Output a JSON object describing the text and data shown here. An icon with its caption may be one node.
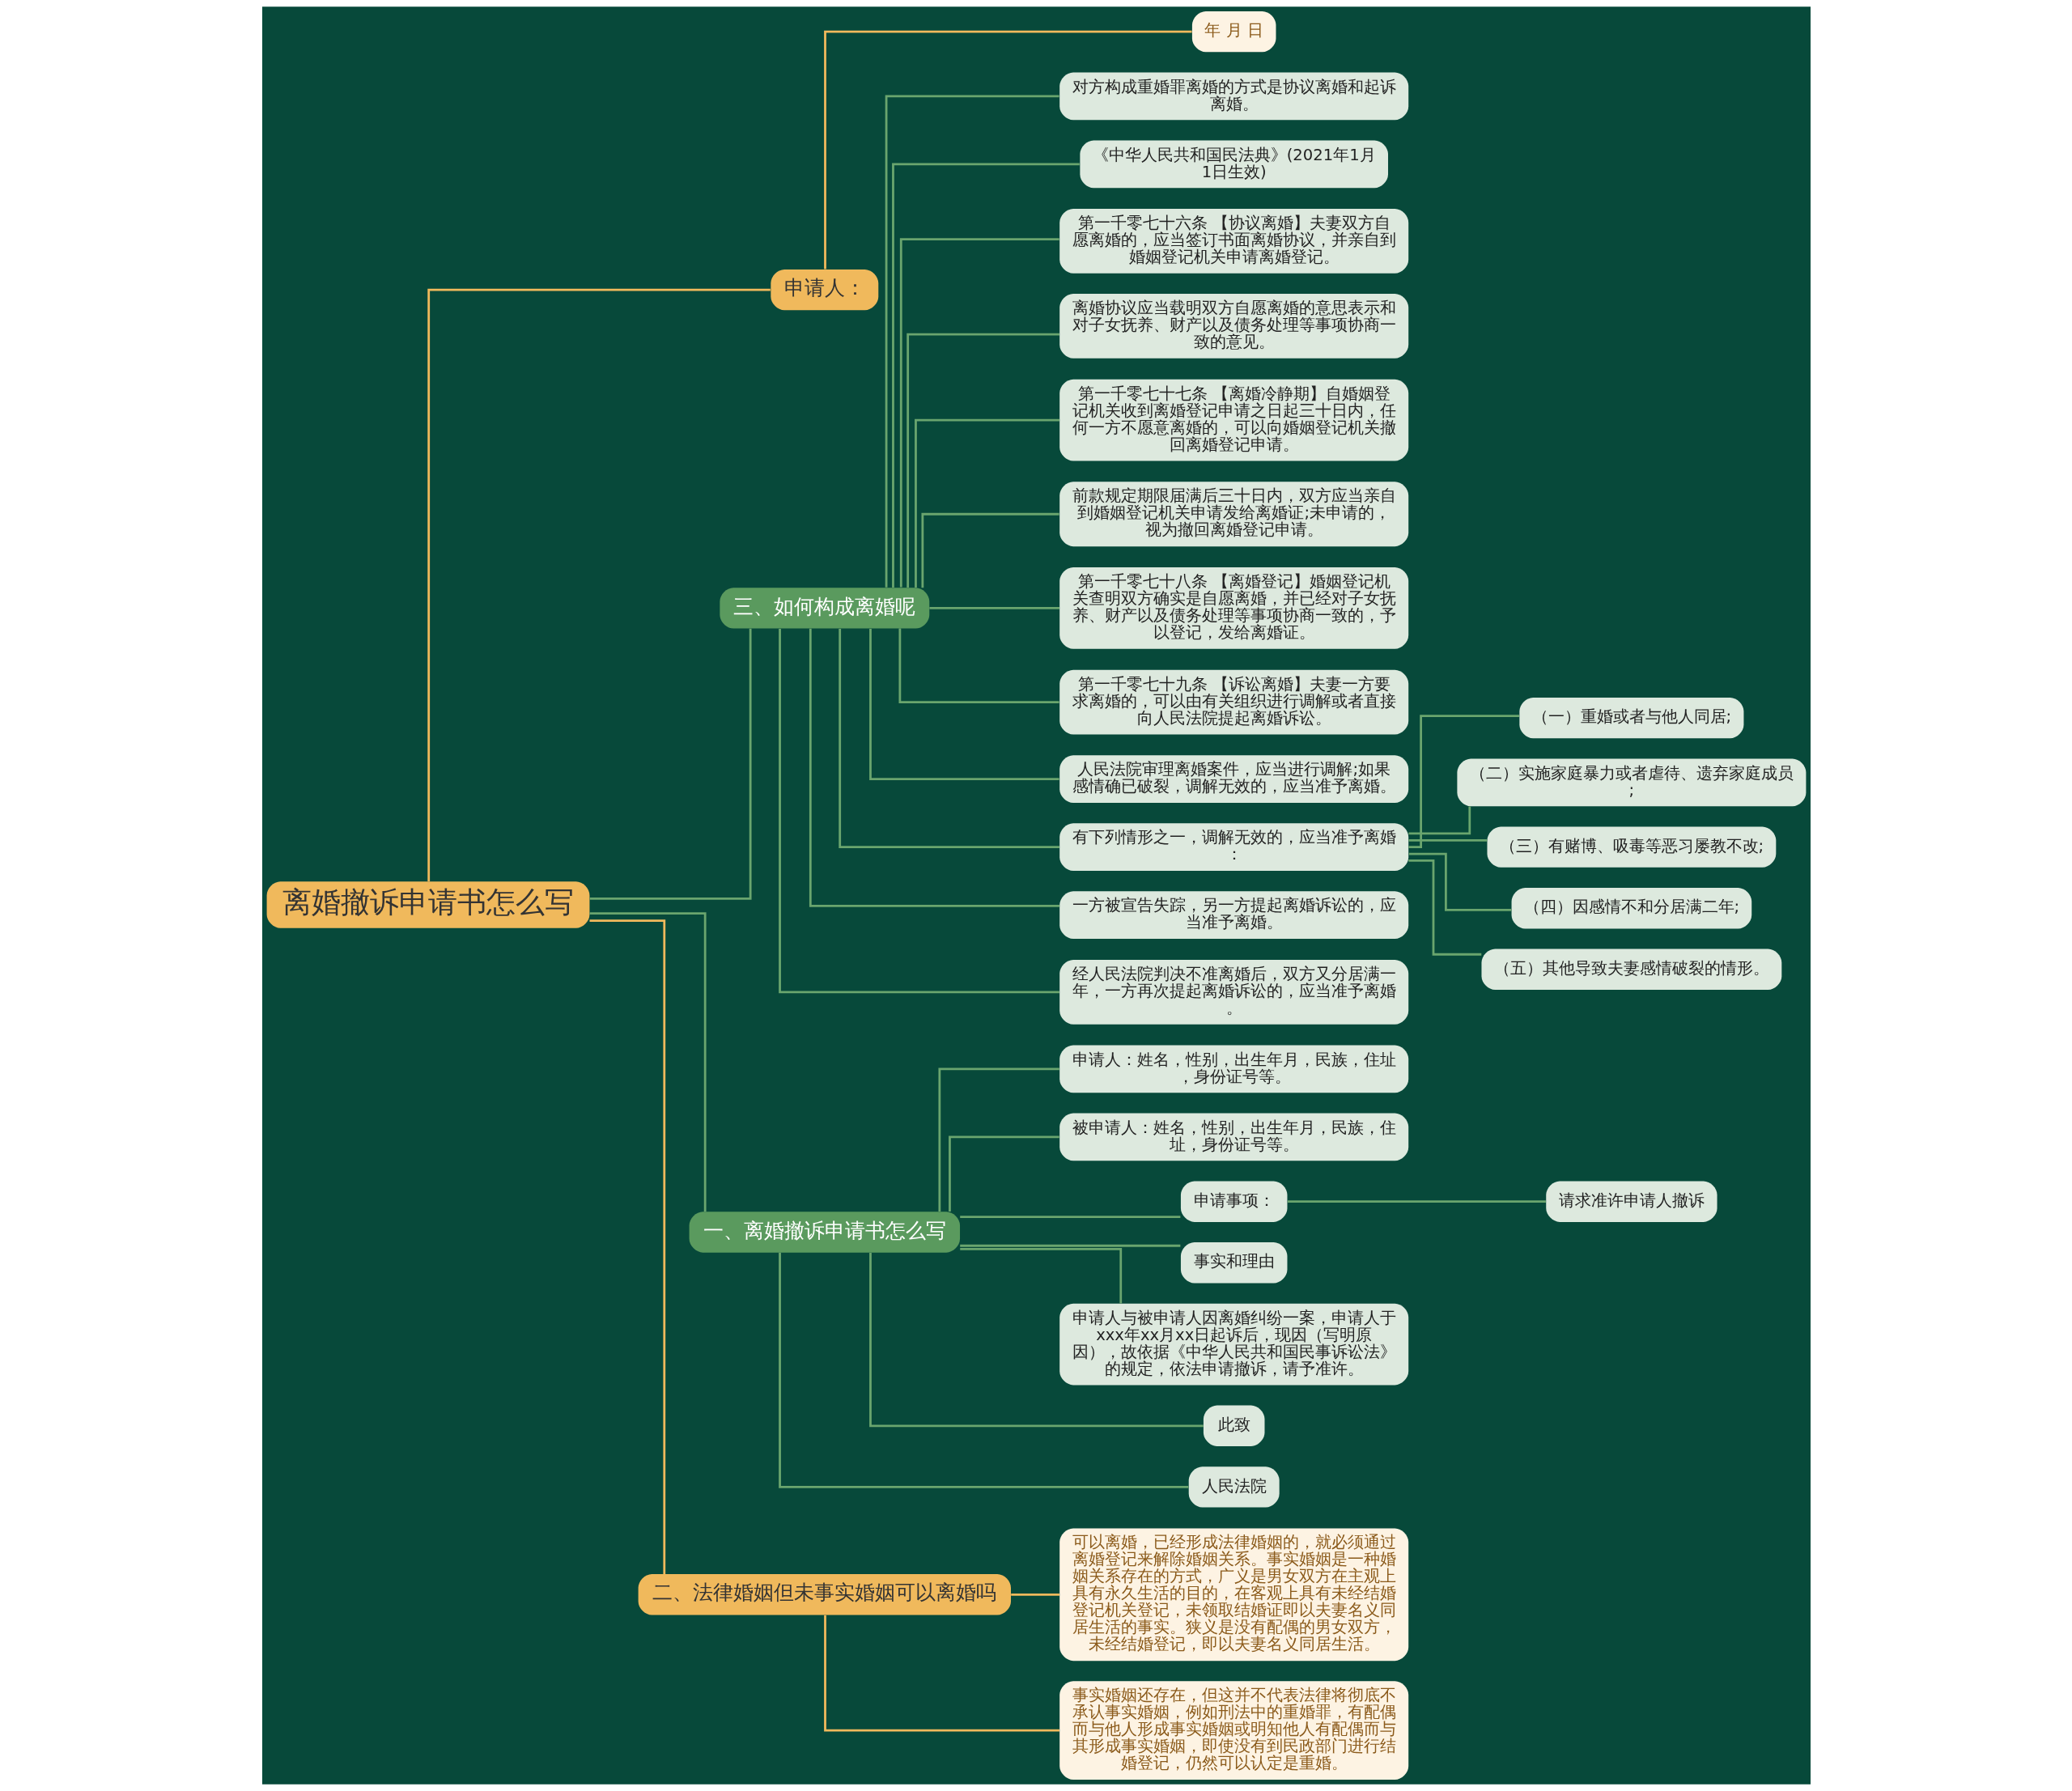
{
  "diagram": {
    "nodes": [
      {
        "text": [
          "离婚撤诉申请书怎么写"
        ]
      },
      {
        "text": [
          "申请人："
        ]
      },
      {
        "text": [
          "年 月 日"
        ]
      },
      {
        "text": [
          "三、如何构成离婚呢"
        ]
      },
      {
        "text": [
          "对方构成重婚罪离婚的方式是协议离婚和起诉离婚。"
        ]
      },
      {
        "text": [
          "《中华人民共和国民法典》(2021年1月1日生效)"
        ]
      },
      {
        "text": [
          "第一千零七十六条 【协议离婚】夫妻双方自愿离婚的，应当签订书面离婚协议，并亲自到婚姻登记机关申请离婚登记。"
        ]
      },
      {
        "text": [
          "离婚协议应当载明双方自愿离婚的意思表示和对子女抚养、财产以及债务处理等事项协商一致的意见。"
        ]
      },
      {
        "text": [
          "第一千零七十七条 【离婚冷静期】自婚姻登记机关收到离婚登记申请之日起三十日内，任何一方不愿意离婚的，可以向婚姻登记机关撤回离婚登记申请。"
        ]
      },
      {
        "text": [
          "前款规定期限届满后三十日内，双方应当亲自到婚姻登记机关申请发给离婚证;未申请的，视为撤回离婚登记申请。"
        ]
      },
      {
        "text": [
          "第一千零七十八条 【离婚登记】婚姻登记机关查明双方确实是自愿离婚，并已经对子女抚养、财产以及债务处理等事项协商一致的，予以登记，发给离婚证。"
        ]
      },
      {
        "text": [
          "第一千零七十九条 【诉讼离婚】夫妻一方要求离婚的，可以由有关组织进行调解或者直接向人民法院提起离婚诉讼。"
        ]
      },
      {
        "text": [
          "人民法院审理离婚案件，应当进行调解;如果感情确已破裂，调解无效的，应当准予离婚。"
        ]
      },
      {
        "text": [
          "有下列情形之一，调解无效的，应当准予离婚："
        ]
      },
      {
        "text": [
          "（一）重婚或者与他人同居;"
        ]
      },
      {
        "text": [
          "（二）实施家庭暴力或者虐待、遗弃家庭成员;"
        ]
      },
      {
        "text": [
          "（三）有赌博、吸毒等恶习屡教不改;"
        ]
      },
      {
        "text": [
          "（四）因感情不和分居满二年;"
        ]
      },
      {
        "text": [
          "（五）其他导致夫妻感情破裂的情形。"
        ]
      },
      {
        "text": [
          "一方被宣告失踪，另一方提起离婚诉讼的，应当准予离婚。"
        ]
      },
      {
        "text": [
          "经人民法院判决不准离婚后，双方又分居满一年，一方再次提起离婚诉讼的，应当准予离婚。"
        ]
      },
      {
        "text": [
          "一、离婚撤诉申请书怎么写"
        ]
      },
      {
        "text": [
          "申请人：姓名，性别，出生年月，民族，住址，身份证号等。"
        ]
      },
      {
        "text": [
          "被申请人：姓名，性别，出生年月，民族，住址，身份证号等。"
        ]
      },
      {
        "text": [
          "申请事项："
        ]
      },
      {
        "text": [
          "请求准许申请人撤诉"
        ]
      },
      {
        "text": [
          "事实和理由"
        ]
      },
      {
        "text": [
          "申请人与被申请人因离婚纠纷一案，申请人于xxx年xx月xx日起诉后，现因（写明原因），故依据《中华人民共和国民事诉讼法》的规定，依法申请撤诉，请予准许。"
        ]
      },
      {
        "text": [
          "此致"
        ]
      },
      {
        "text": [
          "人民法院"
        ]
      },
      {
        "text": [
          "二、法律婚姻但未事实婚姻可以离婚吗"
        ]
      },
      {
        "text": [
          "可以离婚，已经形成法律婚姻的，就必须通过离婚登记来解除婚姻关系。事实婚姻是一种婚姻关系存在的方式，广义是男女双方在主观上具有永久生活的目的，在客观上具有未经结婚登记机关登记，未领取结婚证即以夫妻名义同居生活的事实。狭义是没有配偶的男女双方，未经结婚登记，即以夫妻名义同居生活。"
        ]
      },
      {
        "text": [
          "事实婚姻还存在，但这并不代表法律将彻底不承认事实婚姻，例如刑法中的重婚罪，有配偶而与他人形成事实婚姻或明知他人有配偶而与其形成事实婚姻，即使没有到民政部门进行结婚登记，仍然可以认定是重婚。"
        ]
      }
    ],
    "edges": [
      {
        "from": 0,
        "to": 1,
        "arrow": "none",
        "color": "#f0b95c"
      },
      {
        "from": 1,
        "to": 2,
        "arrow": "none",
        "color": "#f0b95c"
      },
      {
        "from": 0,
        "to": 3,
        "arrow": "none"
      },
      {
        "from": 3,
        "to": 4,
        "arrow": "none"
      },
      {
        "from": 3,
        "to": 5,
        "arrow": "none"
      },
      {
        "from": 3,
        "to": 6,
        "arrow": "none"
      },
      {
        "from": 3,
        "to": 7,
        "arrow": "none"
      },
      {
        "from": 3,
        "to": 8,
        "arrow": "none"
      },
      {
        "from": 3,
        "to": 9,
        "arrow": "none"
      },
      {
        "from": 3,
        "to": 10,
        "arrow": "none"
      },
      {
        "from": 3,
        "to": 11,
        "arrow": "none"
      },
      {
        "from": 3,
        "to": 12,
        "arrow": "none"
      },
      {
        "from": 3,
        "to": 13,
        "arrow": "none"
      },
      {
        "from": 13,
        "to": 14,
        "arrow": "none"
      },
      {
        "from": 13,
        "to": 15,
        "arrow": "none"
      },
      {
        "from": 13,
        "to": 16,
        "arrow": "none"
      },
      {
        "from": 13,
        "to": 17,
        "arrow": "none"
      },
      {
        "from": 13,
        "to": 18,
        "arrow": "none"
      },
      {
        "from": 3,
        "to": 19,
        "arrow": "none"
      },
      {
        "from": 3,
        "to": 20,
        "arrow": "none"
      },
      {
        "from": 0,
        "to": 21,
        "arrow": "none"
      },
      {
        "from": 21,
        "to": 22,
        "arrow": "none"
      },
      {
        "from": 21,
        "to": 23,
        "arrow": "none"
      },
      {
        "from": 21,
        "to": 24,
        "arrow": "none"
      },
      {
        "from": 24,
        "to": 25,
        "arrow": "none"
      },
      {
        "from": 21,
        "to": 26,
        "arrow": "none"
      },
      {
        "from": 21,
        "to": 27,
        "arrow": "none"
      },
      {
        "from": 21,
        "to": 28,
        "arrow": "none"
      },
      {
        "from": 21,
        "to": 29,
        "arrow": "none"
      },
      {
        "from": 0,
        "to": 30,
        "arrow": "none",
        "color": "#f0b95c"
      },
      {
        "from": 30,
        "to": 31,
        "arrow": "none",
        "color": "#f0b95c"
      },
      {
        "from": 30,
        "to": 32,
        "arrow": "none",
        "color": "#f0b95c"
      }
    ]
  }
}
